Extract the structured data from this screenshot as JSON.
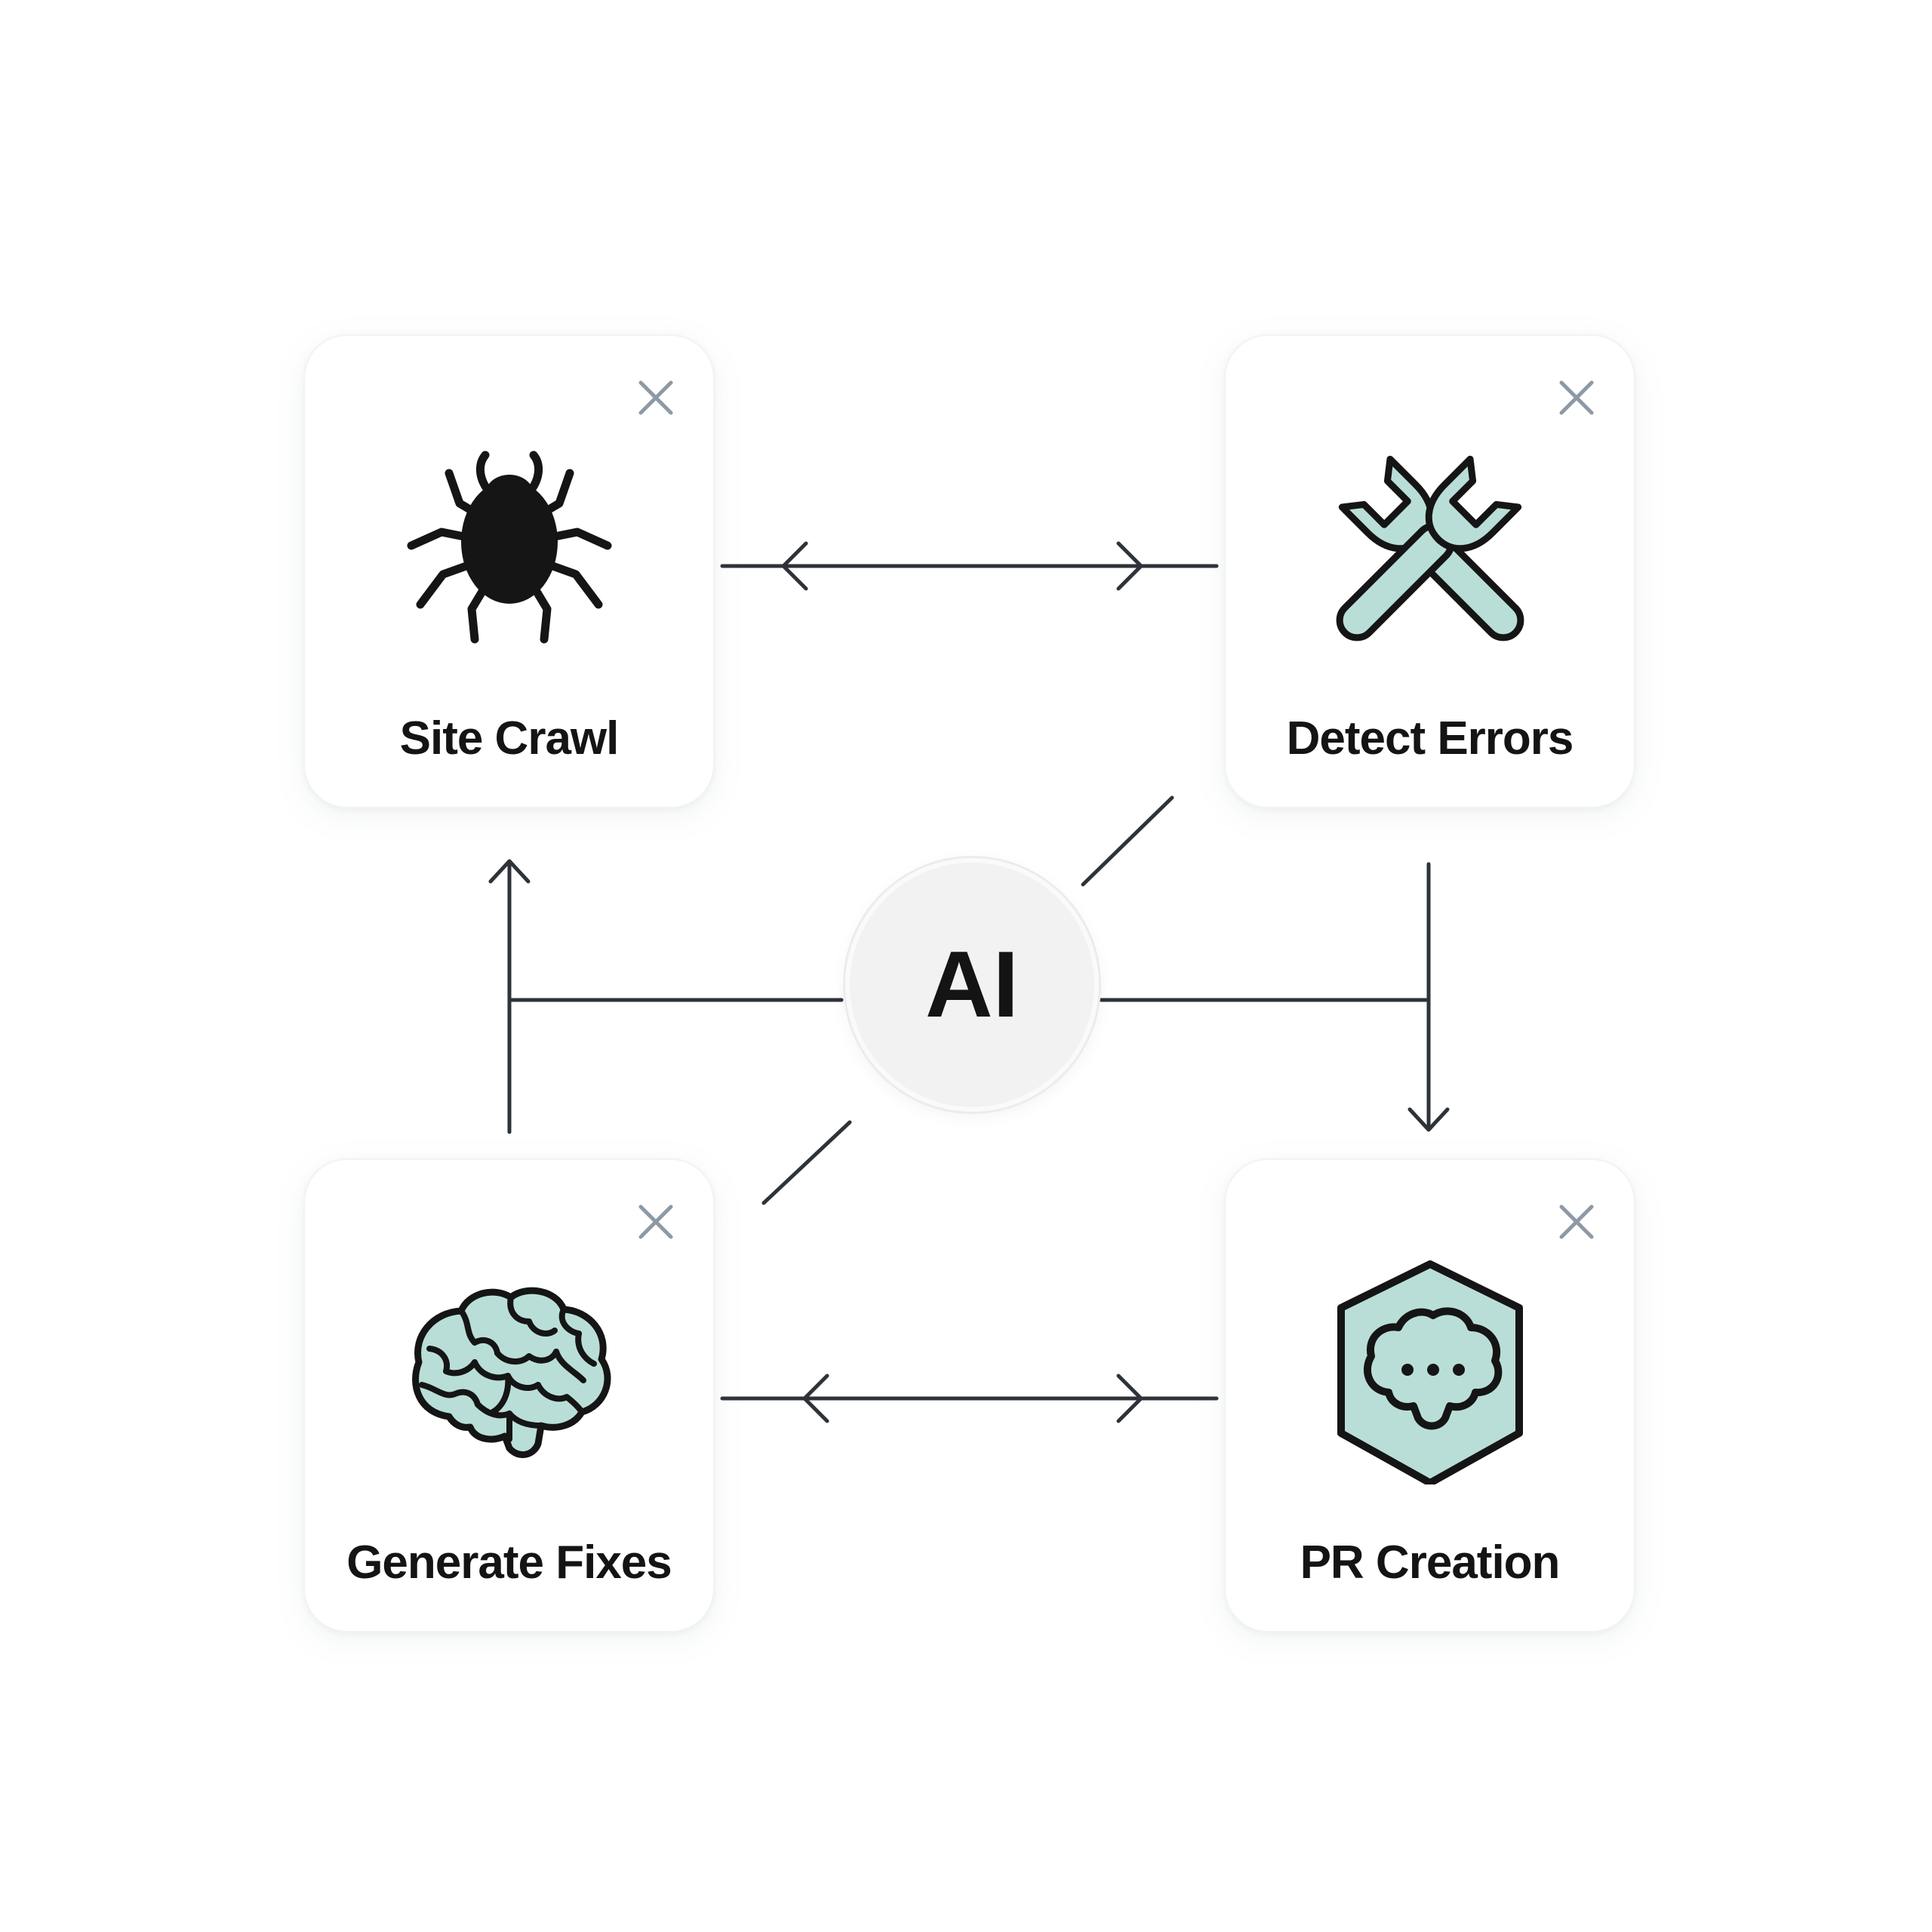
{
  "colors": {
    "accent_fill": "#b9ded8",
    "ink": "#151515",
    "connector": "#2e333a",
    "close_icon": "#8d99a5",
    "card_border": "#f1f3f5"
  },
  "hub": {
    "label": "AI"
  },
  "cards": [
    {
      "label": "Site Crawl",
      "icon": "spider-icon"
    },
    {
      "label": "Detect Errors",
      "icon": "crossed-wrenches-icon"
    },
    {
      "label": "Generate Fixes",
      "icon": "brain-icon"
    },
    {
      "label": "PR Creation",
      "icon": "shield-chat-icon"
    }
  ],
  "connections": [
    {
      "from": "Site Crawl",
      "to": "Detect Errors",
      "direction": "bidirectional"
    },
    {
      "from": "Detect Errors",
      "to": "PR Creation",
      "direction": "forward"
    },
    {
      "from": "Generate Fixes",
      "to": "PR Creation",
      "direction": "bidirectional"
    },
    {
      "from": "Generate Fixes",
      "to": "Site Crawl",
      "direction": "forward"
    },
    {
      "from": "AI",
      "to": "Detect Errors",
      "direction": "none"
    },
    {
      "from": "AI",
      "to": "Generate Fixes",
      "direction": "none"
    }
  ]
}
